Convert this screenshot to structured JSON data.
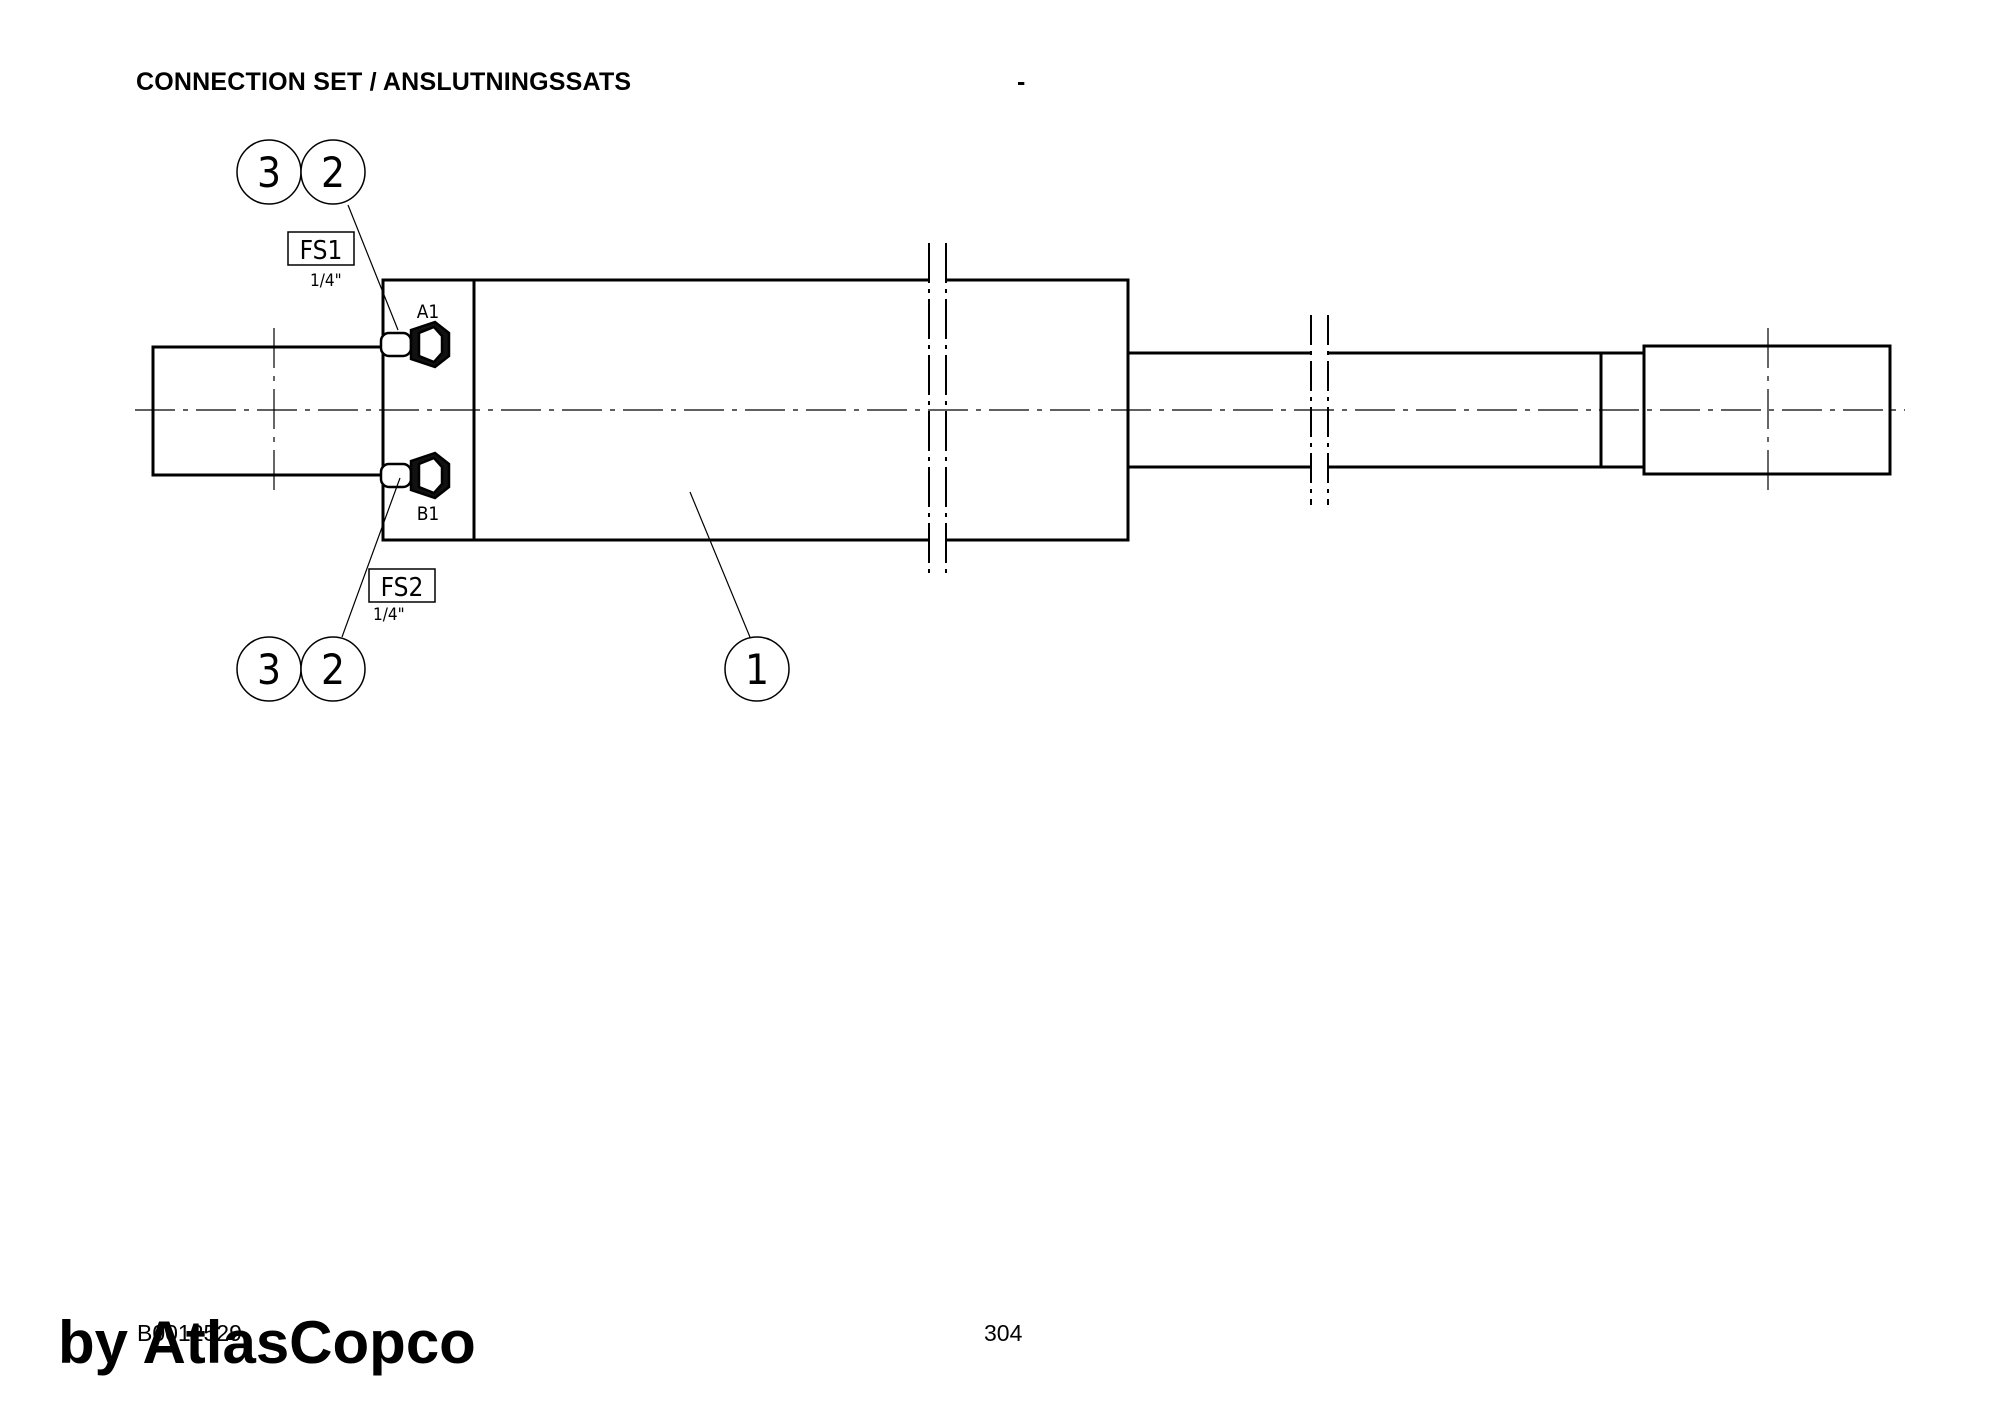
{
  "header": {
    "title": "CONNECTION SET / ANSLUTNINGSSATS",
    "dash": "-"
  },
  "drawing": {
    "balloons": {
      "top_left": "3",
      "top_right": "2",
      "bottom_left": "3",
      "bottom_right": "2",
      "main": "1"
    },
    "port_top": "A1",
    "port_bottom": "B1",
    "flag_top": {
      "label": "FS1",
      "size": "1/4\""
    },
    "flag_bottom": {
      "label": "FS2",
      "size": "1/4\""
    }
  },
  "footer": {
    "doc_number": "B0012529",
    "page_number": "304",
    "watermark": "by AtlasCopco"
  }
}
